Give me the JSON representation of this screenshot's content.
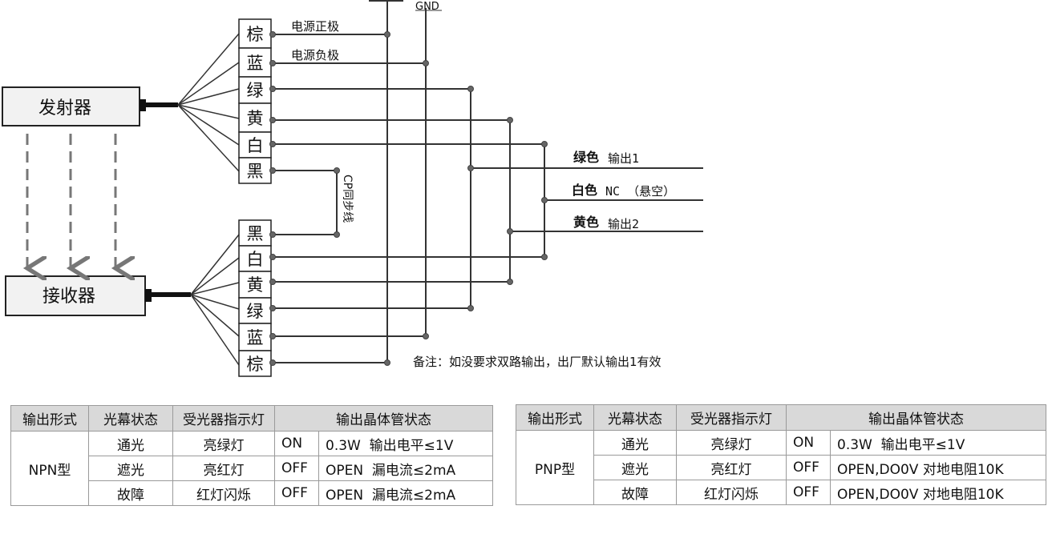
{
  "diagram": {
    "top_labels": {
      "gnd": "GND"
    },
    "emitter": "发射器",
    "receiver": "接收器",
    "emitter_wires": [
      "棕",
      "蓝",
      "绿",
      "黄",
      "白",
      "黑"
    ],
    "receiver_wires": [
      "黑",
      "白",
      "黄",
      "绿",
      "蓝",
      "棕"
    ],
    "supply_positive": "电源正极",
    "supply_negative": "电源负极",
    "sync_line": "CP同步线",
    "outputs": [
      {
        "color": "绿色",
        "desc": "输出1"
      },
      {
        "color": "白色",
        "desc": "NC （悬空）"
      },
      {
        "color": "黄色",
        "desc": "输出2"
      }
    ],
    "note": "备注：如没要求双路输出，出厂默认输出1有效"
  },
  "tables": [
    {
      "headers": [
        "输出形式",
        "光幕状态",
        "受光器指示灯",
        "输出晶体管状态"
      ],
      "type": "NPN型",
      "rows": [
        [
          "通光",
          "亮绿灯",
          "ON",
          "0.3W  输出电平≤1V"
        ],
        [
          "遮光",
          "亮红灯",
          "OFF",
          "OPEN  漏电流≤2mA"
        ],
        [
          "故障",
          "红灯闪烁",
          "OFF",
          "OPEN  漏电流≤2mA"
        ]
      ]
    },
    {
      "headers": [
        "输出形式",
        "光幕状态",
        "受光器指示灯",
        "输出晶体管状态"
      ],
      "type": "PNP型",
      "rows": [
        [
          "通光",
          "亮绿灯",
          "ON",
          "0.3W  输出电平≤1V"
        ],
        [
          "遮光",
          "亮红灯",
          "OFF",
          "OPEN,DO0V 对地电阻10K"
        ],
        [
          "故障",
          "红灯闪烁",
          "OFF",
          "OPEN,DO0V 对地电阻10K"
        ]
      ]
    }
  ]
}
